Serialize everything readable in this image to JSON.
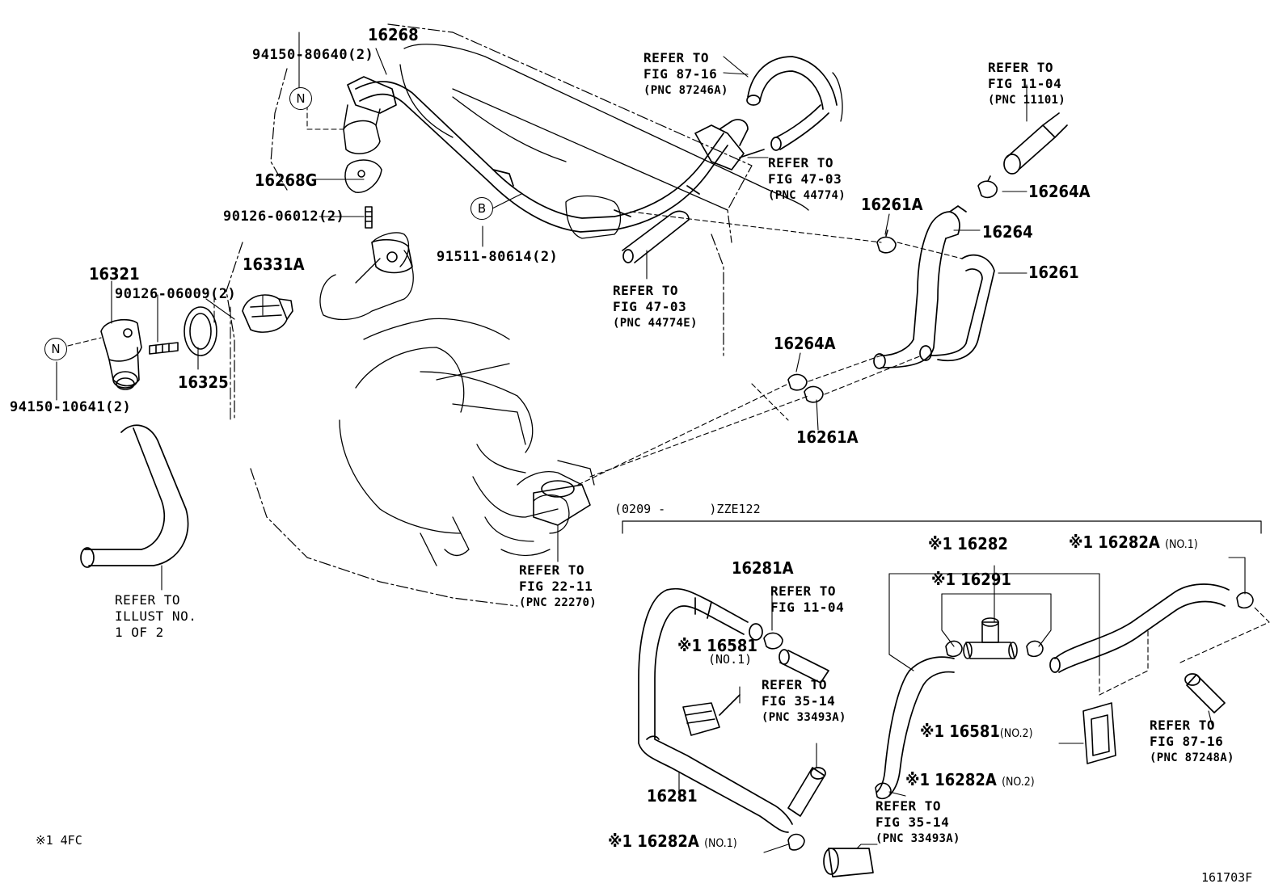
{
  "labels": {
    "p16268": "16268",
    "p94150_80640": "94150-80640(2)",
    "n_top": "N",
    "p16268G": "16268G",
    "p90126_06012": "90126-06012(2)",
    "b_circle": "B",
    "p91511_80614": "91511-80614(2)",
    "p16321": "16321",
    "p90126_06009": "90126-06009(2)",
    "p16331A": "16331A",
    "n_left": "N",
    "p16325": "16325",
    "p94150_10641": "94150-10641(2)",
    "p16264A_top": "16264A",
    "p16261A_top": "16261A",
    "p16264": "16264",
    "p16261": "16261",
    "p16264A_mid": "16264A",
    "p16261A_mid": "16261A",
    "p16281A": "16281A",
    "p16282": "※1 16282",
    "p16291": "※1 16291",
    "p16282A_no1_top": "※1 16282A",
    "p16282A_no1_top_sfx": "(NO.1)",
    "p16581_no1": "※1 16581",
    "p16581_no1_sfx": "(NO.1)",
    "p16581_no2": "※1 16581",
    "p16581_no2_sfx": "(NO.2)",
    "p16282A_no2": "※1 16282A",
    "p16282A_no2_sfx": "(NO.2)",
    "p16281": "16281",
    "p16282A_no1_bot": "※1 16282A",
    "p16282A_no1_bot_sfx": "(NO.1)",
    "range_note": "(0209 -      )ZZE122",
    "footnote": "※1 4FC",
    "figure_id": "161703F"
  },
  "refs": {
    "r87_16_top": {
      "l1": "REFER TO",
      "l2": "FIG 87-16",
      "l3": "(PNC 87246A)"
    },
    "r11_04_top": {
      "l1": "REFER TO",
      "l2": "FIG 11-04",
      "l3": "(PNC 11101)"
    },
    "r47_03_a": {
      "l1": "REFER TO",
      "l2": "FIG 47-03",
      "l3": "(PNC 44774)"
    },
    "r47_03_b": {
      "l1": "REFER TO",
      "l2": "FIG 47-03",
      "l3": "(PNC 44774E)"
    },
    "r_illust": {
      "l1": "REFER TO",
      "l2": "ILLUST NO.",
      "l3": "1 OF 2"
    },
    "r22_11": {
      "l1": "REFER TO",
      "l2": "FIG 22-11",
      "l3": "(PNC 22270)"
    },
    "r11_04_bot": {
      "l1": "REFER TO",
      "l2": "FIG 11-04"
    },
    "r35_14_a": {
      "l1": "REFER TO",
      "l2": "FIG 35-14",
      "l3": "(PNC 33493A)"
    },
    "r35_14_b": {
      "l1": "REFER TO",
      "l2": "FIG 35-14",
      "l3": "(PNC 33493A)"
    },
    "r87_16_bot": {
      "l1": "REFER TO",
      "l2": "FIG 87-16",
      "l3": "(PNC 87248A)"
    }
  }
}
